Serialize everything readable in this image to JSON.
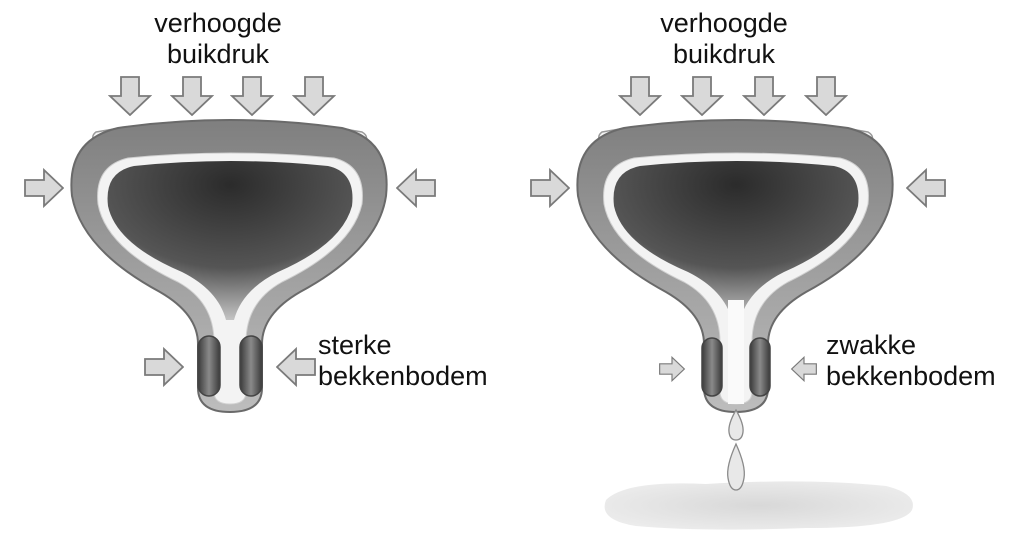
{
  "left": {
    "title_line1": "verhoogde",
    "title_line2": "buikdruk",
    "pelvic_line1": "sterke",
    "pelvic_line2": "bekkenbodem"
  },
  "right": {
    "title_line1": "verhoogde",
    "title_line2": "buikdruk",
    "pelvic_line1": "zwakke",
    "pelvic_line2": "bekkenbodem"
  },
  "colors": {
    "arrow_fill": "#d9d9d9",
    "arrow_stroke": "#7a7a7a",
    "bladder_wall": "#8c8c8c",
    "bladder_inner_dark": "#333333",
    "lining": "#f2f2f2"
  }
}
